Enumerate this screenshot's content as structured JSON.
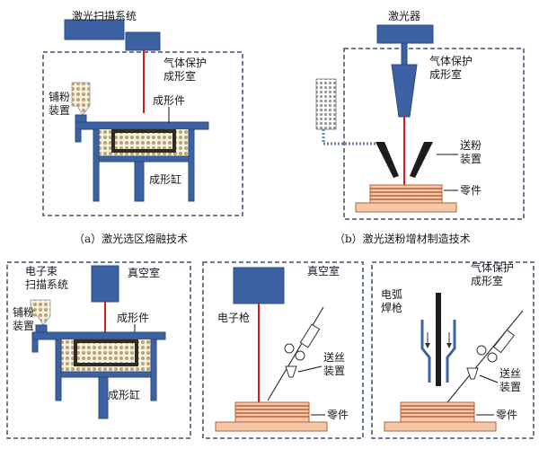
{
  "panel_a": {
    "scanner": "激光扫描系统",
    "chamber": "气体保护\n成形室",
    "part": "成形件",
    "spreader": "铺粉\n装置",
    "cylinder": "成形缸",
    "caption": "（a）激光选区熔融技术"
  },
  "panel_b": {
    "laser": "激光器",
    "chamber": "气体保护\n成形室",
    "feeder": "送粉\n装置",
    "part": "零件",
    "caption": "（b）激光送粉增材制造技术"
  },
  "panel_c": {
    "scanner": "电子束\n扫描系统",
    "chamber": "真空室",
    "spreader": "铺粉\n装置",
    "part": "成形件",
    "cylinder": "成形缸"
  },
  "panel_d": {
    "chamber": "真空室",
    "gun": "电子枪",
    "feeder": "送丝\n装置",
    "part": "零件"
  },
  "panel_e": {
    "chamber": "气体保护\n成形室",
    "torch": "电弧\n焊枪",
    "feeder": "送丝\n装置",
    "part": "零件"
  },
  "colors": {
    "machine_blue": "#3c62a4",
    "laser_red": "#d11f1f",
    "part_fill": "#f4c7a7",
    "part_stroke": "#b5633b",
    "frame": "#3d4f74"
  }
}
